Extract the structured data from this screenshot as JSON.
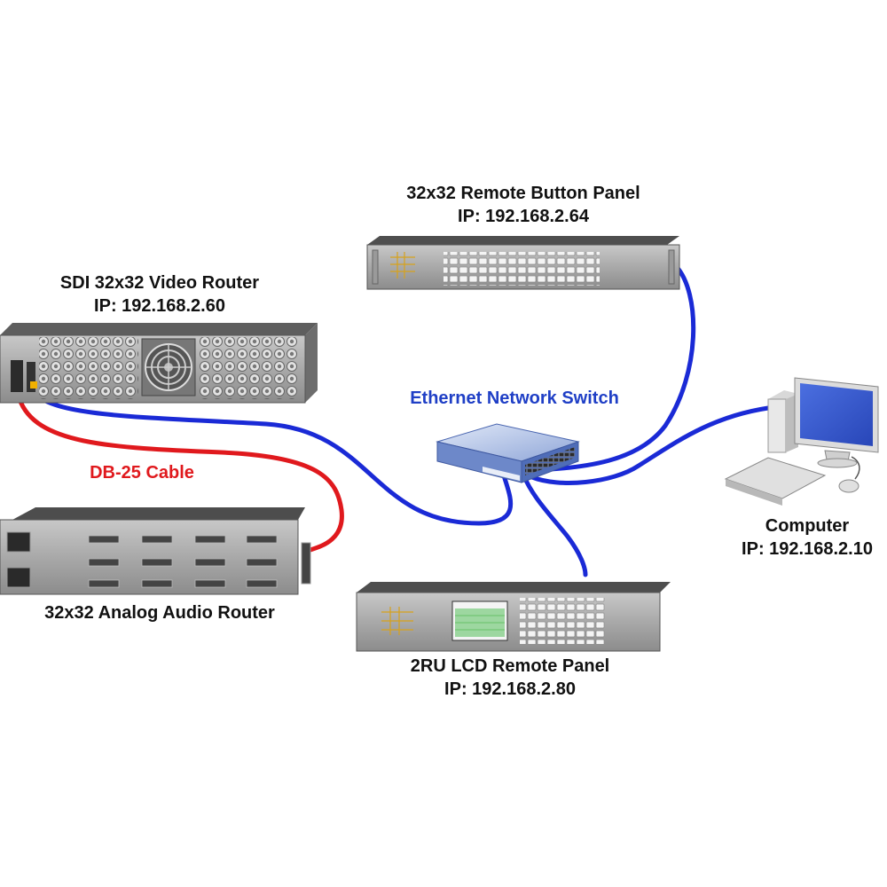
{
  "colors": {
    "ethernet_cable": "#1a2ad6",
    "db25_cable": "#e0191d",
    "rack_body": "#8a8a8a",
    "rack_front": "#b9b9b9",
    "switch_blue": "#5a7fd0",
    "accent_text": "#1f3fc6",
    "logo_gold": "#d7a21c"
  },
  "devices": {
    "video_router": {
      "name": "SDI 32x32 Video Router",
      "ip": "IP: 192.168.2.60"
    },
    "button_panel": {
      "name": "32x32 Remote Button Panel",
      "ip": "IP: 192.168.2.64"
    },
    "network_switch": {
      "name": "Ethernet Network Switch"
    },
    "audio_router": {
      "name": "32x32 Analog Audio Router"
    },
    "lcd_panel": {
      "name": "2RU LCD Remote Panel",
      "ip": "IP: 192.168.2.80"
    },
    "computer": {
      "name": "Computer",
      "ip": "IP: 192.168.2.10"
    }
  },
  "cables": {
    "db25": {
      "label": "DB-25 Cable"
    }
  },
  "icons": [
    "rack-unit",
    "fan-icon",
    "bnc-connector",
    "network-switch-icon",
    "computer-monitor-icon",
    "keyboard-icon",
    "mouse-icon",
    "lcd-screen"
  ]
}
